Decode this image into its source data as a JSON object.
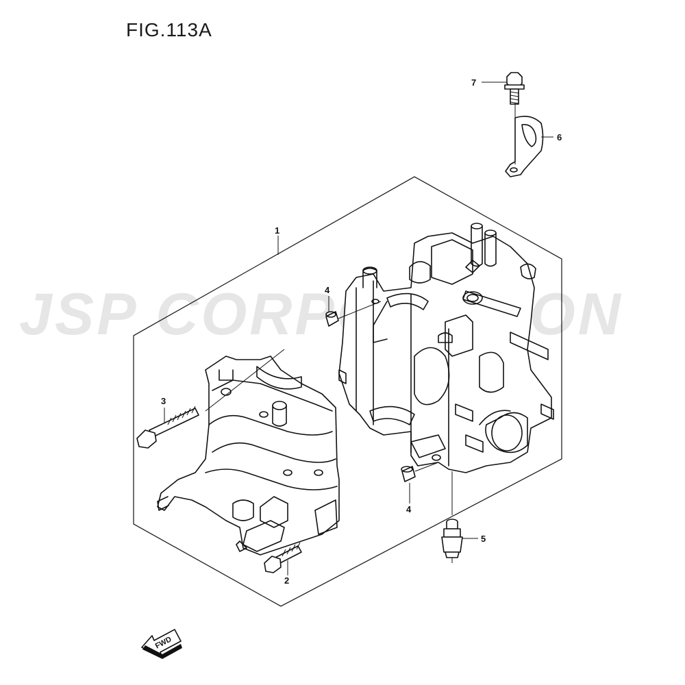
{
  "figure": {
    "title": "FIG.113A"
  },
  "watermark": {
    "text": "JSP CORPORATION"
  },
  "callouts": [
    {
      "id": "c1",
      "label": "1"
    },
    {
      "id": "c2",
      "label": "2"
    },
    {
      "id": "c3",
      "label": "3"
    },
    {
      "id": "c4a",
      "label": "4"
    },
    {
      "id": "c4b",
      "label": "4"
    },
    {
      "id": "c5",
      "label": "5"
    },
    {
      "id": "c6",
      "label": "6"
    },
    {
      "id": "c7",
      "label": "7"
    }
  ],
  "fwd_arrow": {
    "label": "FWD"
  }
}
